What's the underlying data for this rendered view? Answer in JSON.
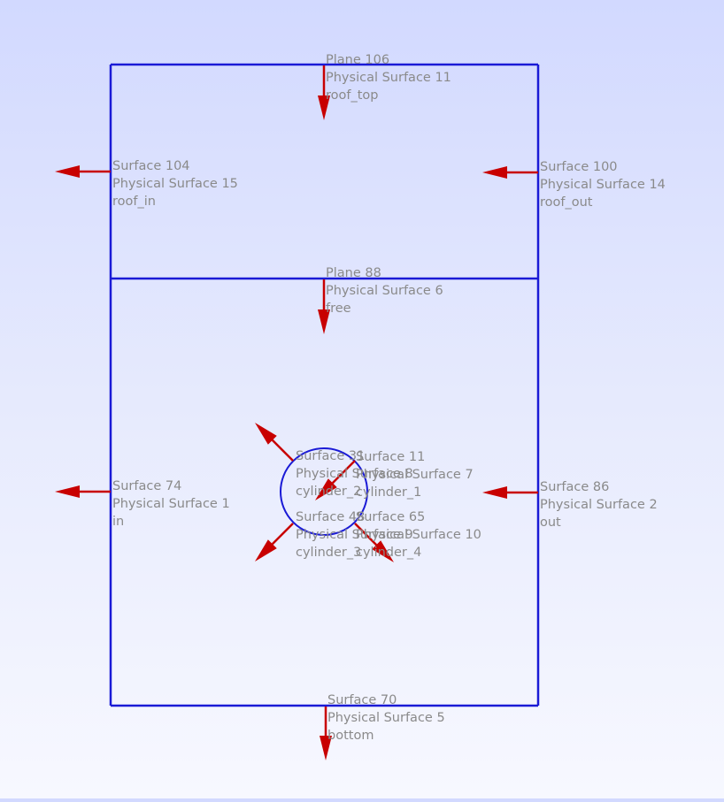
{
  "colors": {
    "geometry": "#1a1ad6",
    "normal": "#c80000",
    "label": "#8a8a8a"
  },
  "labels": {
    "roof_top": {
      "entity": "Plane 106",
      "physical": "Physical Surface 11",
      "name": "roof_top"
    },
    "roof_in": {
      "entity": "Surface 104",
      "physical": "Physical Surface 15",
      "name": "roof_in"
    },
    "roof_out": {
      "entity": "Surface 100",
      "physical": "Physical Surface 14",
      "name": "roof_out"
    },
    "free": {
      "entity": "Plane 88",
      "physical": "Physical Surface 6",
      "name": "free"
    },
    "inlet": {
      "entity": "Surface 74",
      "physical": "Physical Surface 1",
      "name": "in"
    },
    "outlet": {
      "entity": "Surface 86",
      "physical": "Physical Surface 2",
      "name": "out"
    },
    "cylinder_1": {
      "entity": "Surface 11",
      "physical": "Physical Surface 7",
      "name": "cylinder_1"
    },
    "cylinder_2": {
      "entity": "Surface 31",
      "physical": "Physical Surface 8",
      "name": "cylinder_2"
    },
    "cylinder_3": {
      "entity": "Surface 48",
      "physical": "Physical Surface 9",
      "name": "cylinder_3"
    },
    "cylinder_4": {
      "entity": "Surface 65",
      "physical": "Physical Surface 10",
      "name": "cylinder_4"
    },
    "bottom": {
      "entity": "Surface 70",
      "physical": "Physical Surface 5",
      "name": "bottom"
    }
  }
}
